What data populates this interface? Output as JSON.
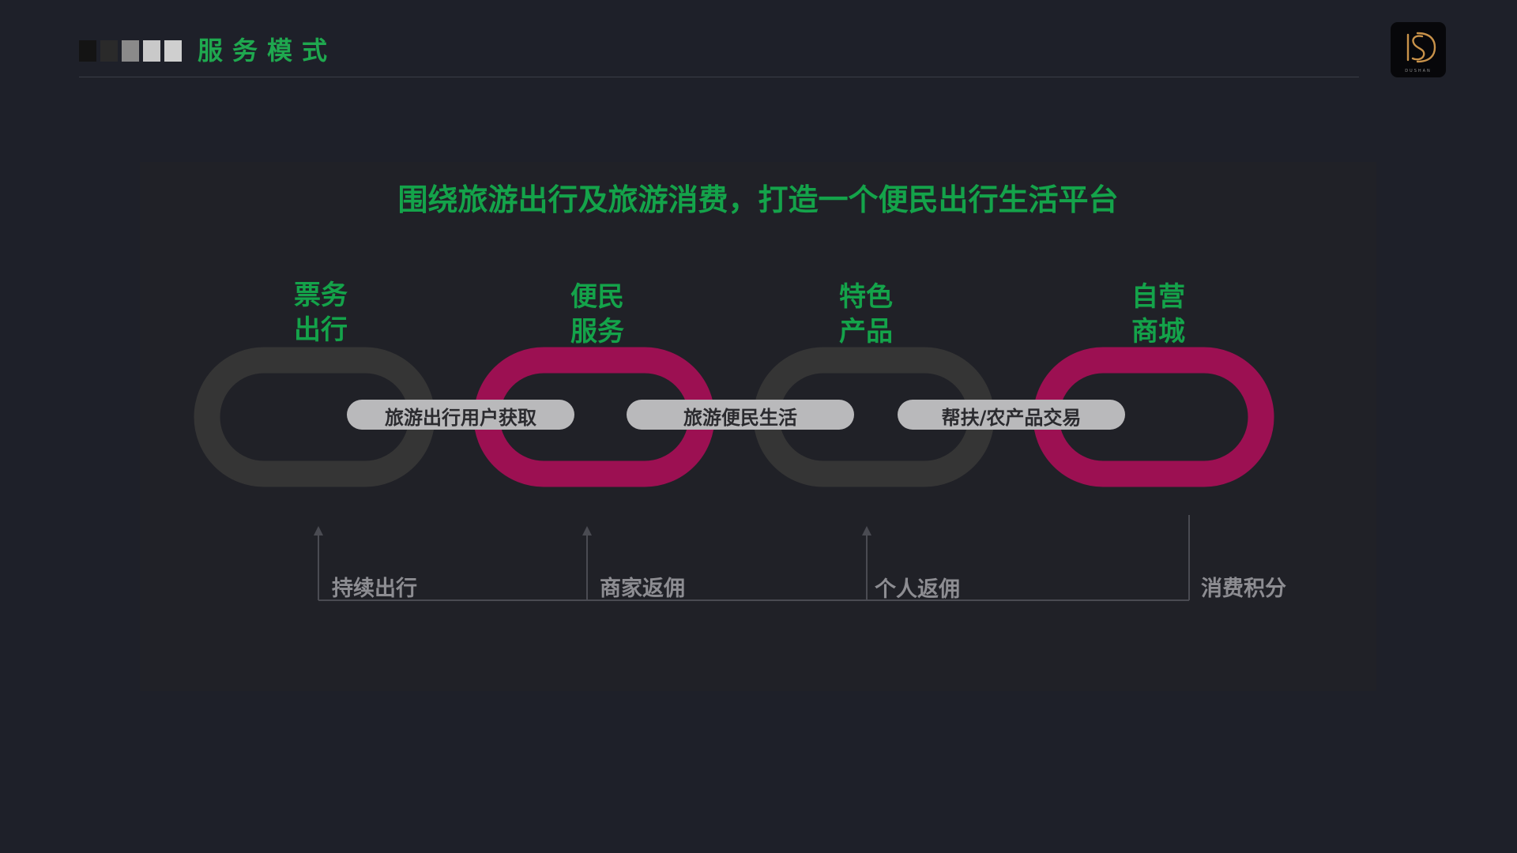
{
  "header": {
    "title": "服务模式",
    "square_colors": [
      "#141414",
      "#2a2a2a",
      "#8a8a8a",
      "#c9c9c9",
      "#cfcfcf"
    ]
  },
  "logo": {
    "icon": "sd-monogram-icon",
    "subtext": "DUSHAN",
    "color": "#c9924a"
  },
  "diagram": {
    "headline": "围绕旅游出行及旅游消费，打造一个便民出行生活平台",
    "segments": [
      {
        "title_line1": "票务",
        "title_line2": "出行",
        "ring_color": "#353535"
      },
      {
        "title_line1": "便民",
        "title_line2": "服务",
        "ring_color": "#9c1052"
      },
      {
        "title_line1": "特色",
        "title_line2": "产品",
        "ring_color": "#353535"
      },
      {
        "title_line1": "自营",
        "title_line2": "商城",
        "ring_color": "#9c1052"
      }
    ],
    "connectors": [
      {
        "label": "旅游出行用户获取"
      },
      {
        "label": "旅游便民生活"
      },
      {
        "label": "帮扶/农产品交易"
      }
    ],
    "flow_labels": [
      {
        "label": "持续出行"
      },
      {
        "label": "商家返佣"
      },
      {
        "label": "个人返佣"
      },
      {
        "label": "消费积分"
      }
    ]
  },
  "colors": {
    "accent_green": "#14a34a",
    "accent_magenta": "#9c1052",
    "ring_dark": "#353535",
    "pill": "#b9b9bb",
    "flow_line": "#4a4b52",
    "background": "#1e2029"
  }
}
